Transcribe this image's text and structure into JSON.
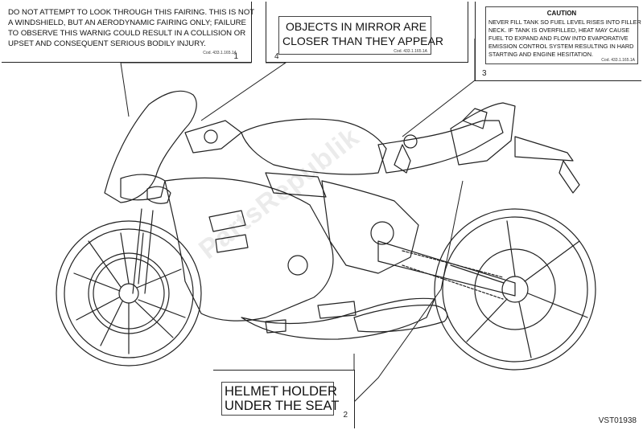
{
  "labels": [
    {
      "callout": "1",
      "lines": [
        "DO NOT ATTEMPT TO LOOK THROUGH THIS FAIRING. THIS IS NOT",
        "A WINDSHIELD, BUT AN AERODYNAMIC FAIRING ONLY; FAILURE",
        "TO OBSERVE THIS WARNIG COULD RESULT IN A COLLISION OR",
        "UPSET AND CONSEQUENT SERIOUS BODILY INJURY."
      ],
      "code": "Cod. 433.1.165.1A"
    },
    {
      "callout": "4",
      "lines": [
        "OBJECTS IN MIRROR ARE",
        "CLOSER THAN THEY APPEAR"
      ],
      "code": "Cod. 433.1.165.1A"
    },
    {
      "callout": "3",
      "title": "CAUTION",
      "lines": [
        "NEVER FILL TANK SO FUEL LEVEL RISES INTO FILLER",
        "NECK. IF TANK IS OVERFILLED, HEAT MAY CAUSE",
        "FUEL TO EXPAND AND FLOW INTO EVAPORATIVE",
        "EMISSION CONTROL SYSTEM RESULTING IN HARD",
        "STARTING AND ENGINE HESITATION."
      ],
      "code": "Cod. 433.1.165.1A"
    },
    {
      "callout": "2",
      "lines": [
        "HELMET HOLDER",
        "UNDER THE SEAT"
      ]
    }
  ],
  "reference": "VST01938",
  "watermark": "PartsRepublik",
  "colors": {
    "line": "#222222",
    "background": "#ffffff"
  }
}
